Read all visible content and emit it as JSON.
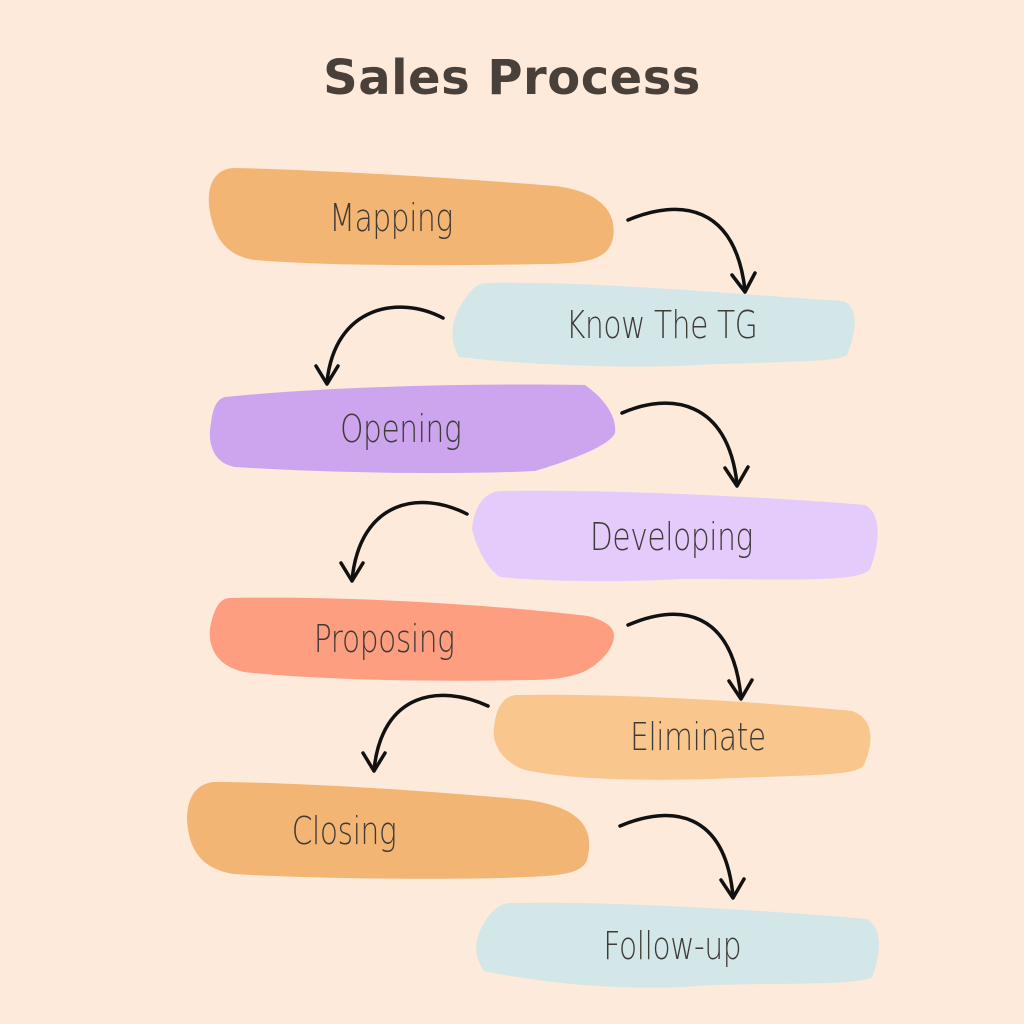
{
  "title": "Sales Process",
  "colors": {
    "background": "#fdeadb",
    "title_text": "#4a403a",
    "step_text": "#3e3a36",
    "arrow": "#111111"
  },
  "steps": [
    {
      "label": "Mapping",
      "color": "#f3b573"
    },
    {
      "label": "Know The TG",
      "color": "#d3e6e8"
    },
    {
      "label": "Opening",
      "color": "#cda5ef"
    },
    {
      "label": "Developing",
      "color": "#e5cbfc"
    },
    {
      "label": "Proposing",
      "color": "#fd9e81"
    },
    {
      "label": "Eliminate",
      "color": "#f9c68d"
    },
    {
      "label": "Closing",
      "color": "#f3b573"
    },
    {
      "label": "Follow-up",
      "color": "#d3e6e8"
    }
  ],
  "arrows": [
    {
      "from": "Mapping",
      "to": "Know The TG",
      "direction": "right-down"
    },
    {
      "from": "Know The TG",
      "to": "Opening",
      "direction": "left-down"
    },
    {
      "from": "Opening",
      "to": "Developing",
      "direction": "right-down"
    },
    {
      "from": "Developing",
      "to": "Proposing",
      "direction": "left-down"
    },
    {
      "from": "Proposing",
      "to": "Eliminate",
      "direction": "right-down"
    },
    {
      "from": "Eliminate",
      "to": "Closing",
      "direction": "left-down"
    },
    {
      "from": "Closing",
      "to": "Follow-up",
      "direction": "right-down"
    }
  ]
}
